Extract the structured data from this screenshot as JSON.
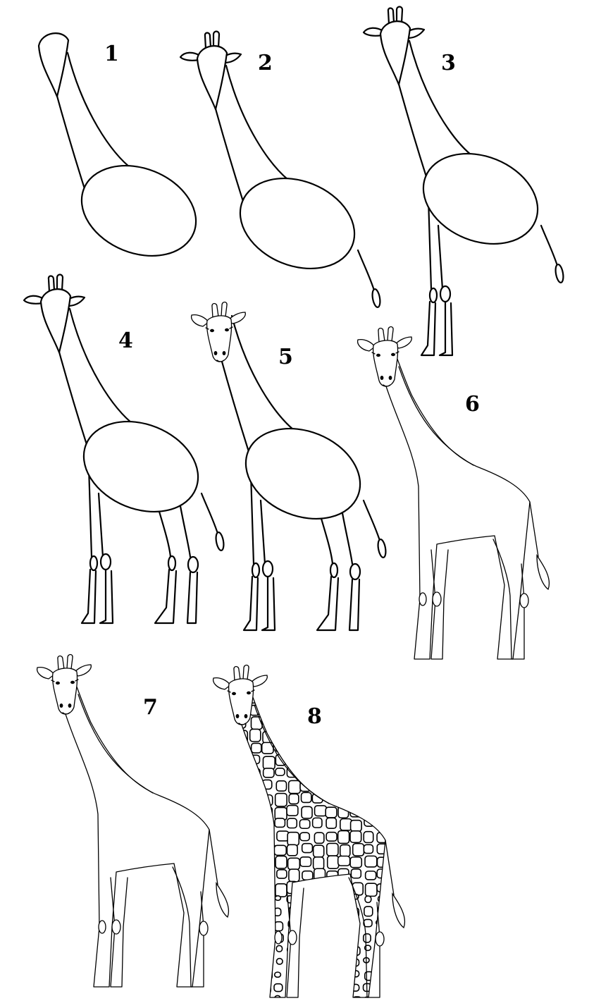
{
  "steps": [
    {
      "label": "1"
    },
    {
      "label": "2"
    },
    {
      "label": "3"
    },
    {
      "label": "4"
    },
    {
      "label": "5"
    },
    {
      "label": "6"
    },
    {
      "label": "7"
    },
    {
      "label": "8"
    }
  ],
  "colors": {
    "ink": "#000000",
    "paper": "#ffffff"
  }
}
